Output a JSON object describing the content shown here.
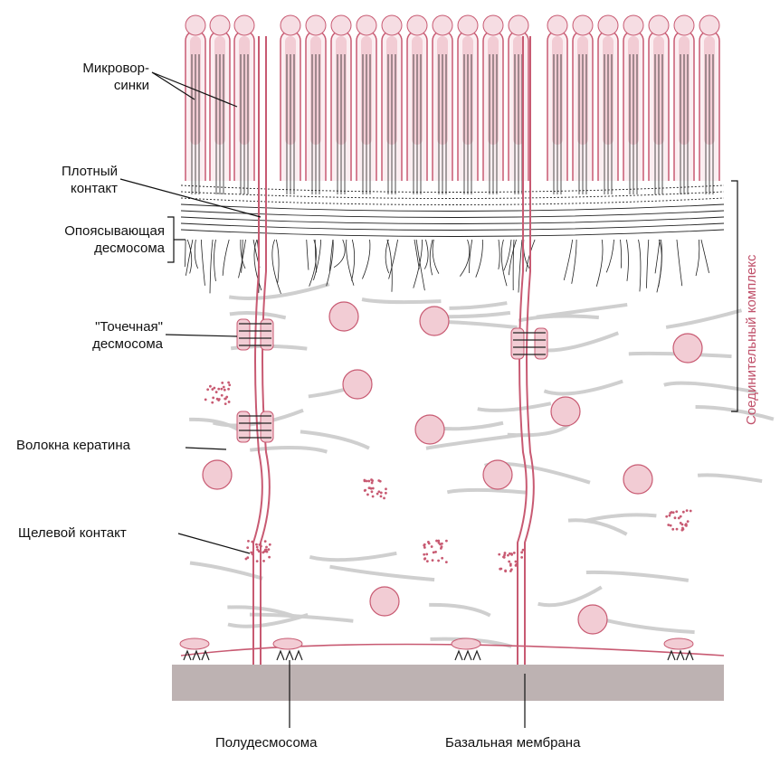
{
  "labels": {
    "microvilli": [
      "Микровор-",
      "синки"
    ],
    "tight_junction": [
      "Плотный",
      "контакт"
    ],
    "belt_desmosome": [
      "Опоясывающая",
      "десмосома"
    ],
    "spot_desmosome": [
      "\"Точечная\"",
      "десмосома"
    ],
    "keratin": "Волокна кератина",
    "gap_junction": "Щелевой контакт",
    "hemidesmosome": "Полудесмосома",
    "basal_membrane": "Базальная мембрана",
    "junctional_complex": "Соединительный комплекс"
  },
  "colors": {
    "pink": "#c85a72",
    "pink_fill": "#f2ccd4",
    "ink": "#222222",
    "membrane": "#b9adad"
  }
}
